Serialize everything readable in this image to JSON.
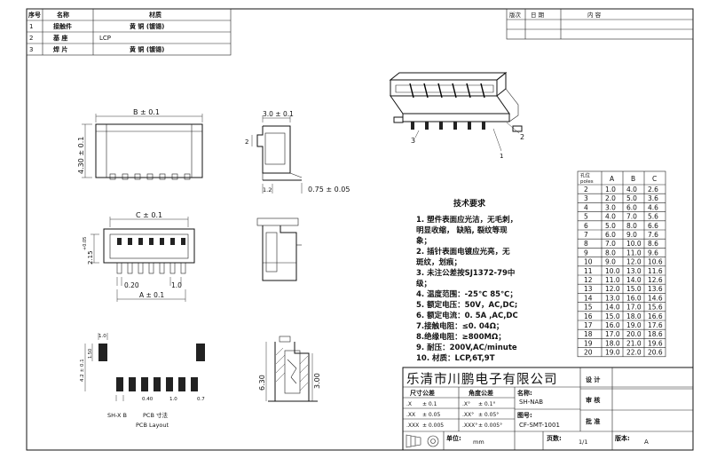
{
  "materials": {
    "headers": [
      "序号",
      "名称",
      "材质"
    ],
    "rows": [
      {
        "no": "1",
        "name": "接触件",
        "material": "黄  铜    (镀锡)"
      },
      {
        "no": "2",
        "name": "基  座",
        "material": "LCP"
      },
      {
        "no": "3",
        "name": "焊  片",
        "material": "黄  铜    (镀锡)"
      }
    ]
  },
  "revision": {
    "headers": [
      "版次",
      "日  期",
      "内                    容"
    ]
  },
  "front_view": {
    "width_dim": "B ± 0.1",
    "height_dim": "4.30 ± 0.1"
  },
  "side_view": {
    "width_dim": "3.0 ± 0.1",
    "left_dim": "2",
    "bottom_dim": "1.2",
    "lead_dim": "0.75 ± 0.05"
  },
  "bottom_view": {
    "width_dim": "C ± 0.1",
    "height_dim": "2.15",
    "height_tol": "+0.05",
    "pitch_dim": "0.20",
    "pitch2_dim": "1.0",
    "overall_dim": "A ± 0.1"
  },
  "pcb": {
    "dims": [
      "1.0",
      "1.50",
      "4.2 ± 0.1",
      "0.40",
      "1.0",
      "0.7"
    ],
    "label1": "PCB 寸法",
    "label2": "PCB Layout",
    "prefix": "SH-X B"
  },
  "section": {
    "left_dim": "6.30",
    "right_dim": "3.00"
  },
  "iso_labels": {
    "one": "1",
    "two": "2",
    "three": "3"
  },
  "tech": {
    "title": "技术要求",
    "lines": [
      "1. 塑件表面应光洁，无毛刺，",
      "明显收缩，  缺陷, 裂纹等现",
      "象；",
      "2. 插针表面电镀应光亮，无",
      "斑纹，划痕；",
      "3. 未注公差按SJ1372-79中",
      "级；",
      "4. 温度范围：-25℃  85℃；",
      "5. 额定电压：50V，AC,DC;",
      "6. 额定电流：0. 5A ,AC,DC",
      "7.接触电阻：≤0. 04Ω；",
      "8.绝缘电阻：≥800MΩ；",
      "9. 耐压：200V,AC/minute",
      "10. 材质：LCP,6T,9T"
    ]
  },
  "poles_table": {
    "headers": [
      "孔位 poles",
      "A",
      "B",
      "C"
    ],
    "rows": [
      [
        "2",
        "1.0",
        "4.0",
        "2.6"
      ],
      [
        "3",
        "2.0",
        "5.0",
        "3.6"
      ],
      [
        "4",
        "3.0",
        "6.0",
        "4.6"
      ],
      [
        "5",
        "4.0",
        "7.0",
        "5.6"
      ],
      [
        "6",
        "5.0",
        "8.0",
        "6.6"
      ],
      [
        "7",
        "6.0",
        "9.0",
        "7.6"
      ],
      [
        "8",
        "7.0",
        "10.0",
        "8.6"
      ],
      [
        "9",
        "8.0",
        "11.0",
        "9.6"
      ],
      [
        "10",
        "9.0",
        "12.0",
        "10.6"
      ],
      [
        "11",
        "10.0",
        "13.0",
        "11.6"
      ],
      [
        "12",
        "11.0",
        "14.0",
        "12.6"
      ],
      [
        "13",
        "12.0",
        "15.0",
        "13.6"
      ],
      [
        "14",
        "13.0",
        "16.0",
        "14.6"
      ],
      [
        "15",
        "14.0",
        "17.0",
        "15.6"
      ],
      [
        "16",
        "15.0",
        "18.0",
        "16.6"
      ],
      [
        "17",
        "16.0",
        "19.0",
        "17.6"
      ],
      [
        "18",
        "17.0",
        "20.0",
        "18.6"
      ],
      [
        "19",
        "18.0",
        "21.0",
        "19.6"
      ],
      [
        "20",
        "19.0",
        "22.0",
        "20.6"
      ]
    ]
  },
  "title_block": {
    "company": "乐清市川鹏电子有限公司",
    "size_tol": "尺寸公差",
    "angle_tol": "角度公差",
    "name_label": "名称:",
    "name_value": "SH-NAB",
    "design": "设  计",
    "review": "审  核",
    "approve": "批  准",
    "tol_rows": [
      [
        ".X",
        "± 0.1",
        ".X°",
        "± 0.1°"
      ],
      [
        ".XX",
        "± 0.05",
        ".XX°",
        "± 0.05°"
      ],
      [
        ".XXX",
        "± 0.005",
        ".XXX°",
        "± 0.005°"
      ]
    ],
    "drawing_label": "图号:",
    "drawing_value": "CF-SMT-1001",
    "unit_label": "单位:",
    "unit_value": "mm",
    "page_label": "页数:",
    "page_value": "1/1",
    "version_label": "版本:",
    "version_value": "A"
  }
}
